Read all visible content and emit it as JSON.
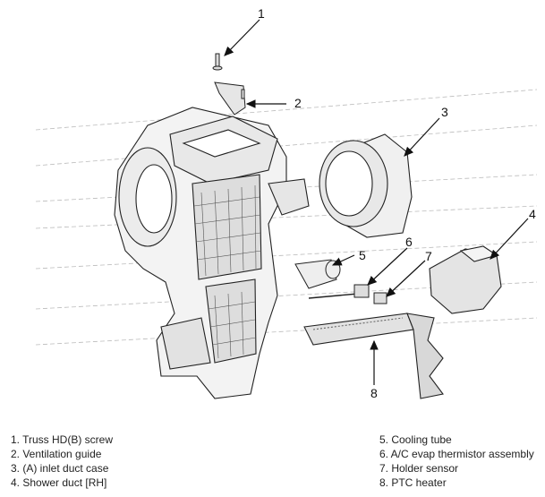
{
  "callouts": [
    "1",
    "2",
    "3",
    "4",
    "5",
    "6",
    "7",
    "8"
  ],
  "legend": {
    "left": [
      "1. Truss HD(B) screw",
      "2. Ventilation guide",
      "3. (A) inlet duct case",
      "4. Shower duct [RH]"
    ],
    "right": [
      "5. Cooling tube",
      "6. A/C evap thermistor assembly",
      "7. Holder sensor",
      "8. PTC heater"
    ]
  }
}
